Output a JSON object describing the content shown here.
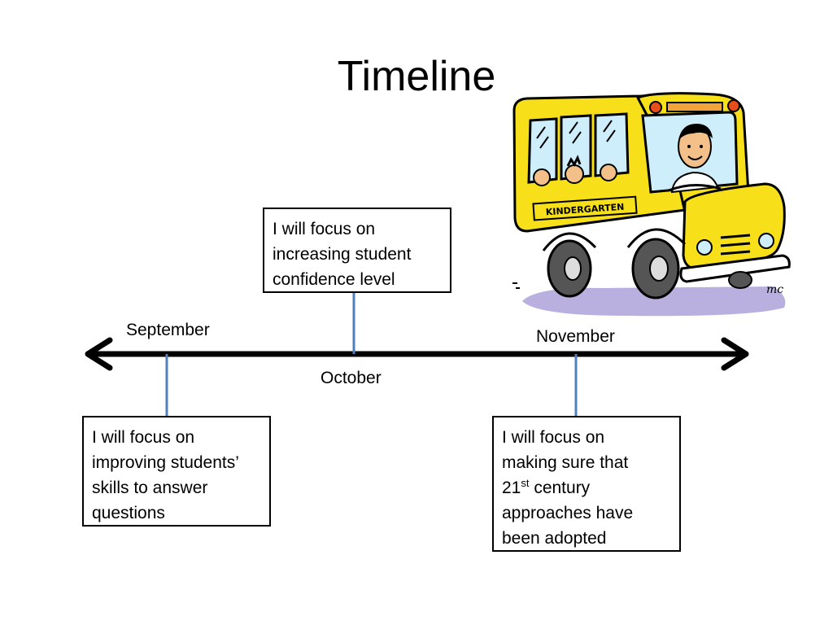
{
  "title": "Timeline",
  "timeline": {
    "months": [
      "September",
      "October",
      "November"
    ],
    "events": [
      {
        "month": "October",
        "lines": [
          "I will focus on",
          "increasing student",
          "confidence level"
        ]
      },
      {
        "month": "September",
        "lines": [
          "I will focus on",
          "improving students’",
          "skills  to answer",
          "questions"
        ]
      },
      {
        "month": "November",
        "lines": [
          "I will focus on",
          "making sure that"
        ],
        "ordinal": {
          "num": "21",
          "sup": "st",
          "rest": " century"
        },
        "lines_after": [
          "approaches have",
          "been adopted"
        ]
      }
    ]
  },
  "illustration": {
    "bus_sign": "KINDERGARTEN",
    "signature": "mc",
    "colors": {
      "bus": "#f7e01a",
      "pavement": "#b9b0e0",
      "stem": "#4f81bd"
    }
  }
}
